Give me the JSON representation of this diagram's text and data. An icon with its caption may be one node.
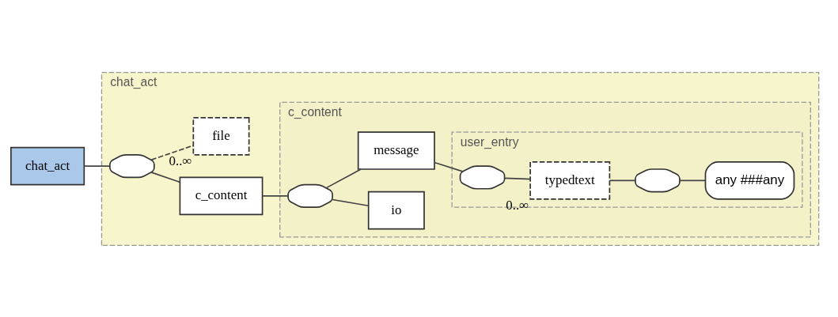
{
  "diagram": {
    "nodes": [
      {
        "text": [
          "chat_act"
        ]
      },
      {
        "text": [
          "chat_act"
        ]
      },
      {
        "text": [],
        "shape": "octagon",
        "in": 1
      },
      {
        "text": [
          "c_content"
        ],
        "in": 1
      },
      {
        "text": [
          "file"
        ],
        "in": 1,
        "beside": [
          "0..∞"
        ]
      },
      {
        "text": [
          "c_content"
        ],
        "in": 1
      },
      {
        "text": [],
        "shape": "octagon",
        "in": 5
      },
      {
        "text": [
          "io"
        ],
        "in": 5
      },
      {
        "text": [
          "message"
        ],
        "in": 5
      },
      {
        "text": [
          "user_entry"
        ],
        "in": 5
      },
      {
        "text": [],
        "shape": "octagon",
        "in": 9
      },
      {
        "text": [
          "typedtext"
        ],
        "in": 9,
        "beside": [
          "0..∞"
        ]
      },
      {
        "text": [],
        "shape": "octagon",
        "in": 9
      },
      {
        "text": [
          "any ###any"
        ],
        "in": 9
      }
    ],
    "edges": [
      {
        "from": 0,
        "to": 2,
        "arrow": "none"
      },
      {
        "from": 2,
        "to": 3,
        "arrow": "none"
      },
      {
        "from": 2,
        "to": 4,
        "arrow": "none",
        "style": "dashed"
      },
      {
        "from": 3,
        "to": 6,
        "arrow": "none"
      },
      {
        "from": 6,
        "to": 7,
        "arrow": "none"
      },
      {
        "from": 6,
        "to": 8,
        "arrow": "none"
      },
      {
        "from": 8,
        "to": 10,
        "arrow": "none"
      },
      {
        "from": 10,
        "to": 11,
        "arrow": "none"
      },
      {
        "from": 11,
        "to": 12,
        "arrow": "none"
      },
      {
        "from": 12,
        "to": 13,
        "arrow": "none"
      }
    ]
  }
}
